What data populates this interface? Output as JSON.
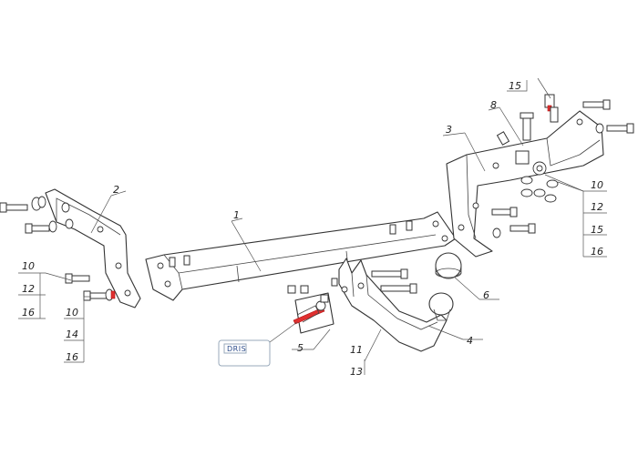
{
  "callouts": {
    "c1": "1",
    "c2": "2",
    "c3": "3",
    "c4": "4",
    "c5": "5",
    "c6": "6",
    "c8": "8",
    "c15top": "15",
    "r10": "10",
    "r12": "12",
    "r15": "15",
    "r16": "16",
    "l10a": "10",
    "l12": "12",
    "l16a": "16",
    "l10b": "10",
    "l14": "14",
    "l16b": "16",
    "c11": "11",
    "c13": "13"
  },
  "logo": {
    "text": "DRIS"
  },
  "colors": {
    "line": "#333333",
    "accent": "#e03030",
    "logo": "#2a4a8a"
  }
}
